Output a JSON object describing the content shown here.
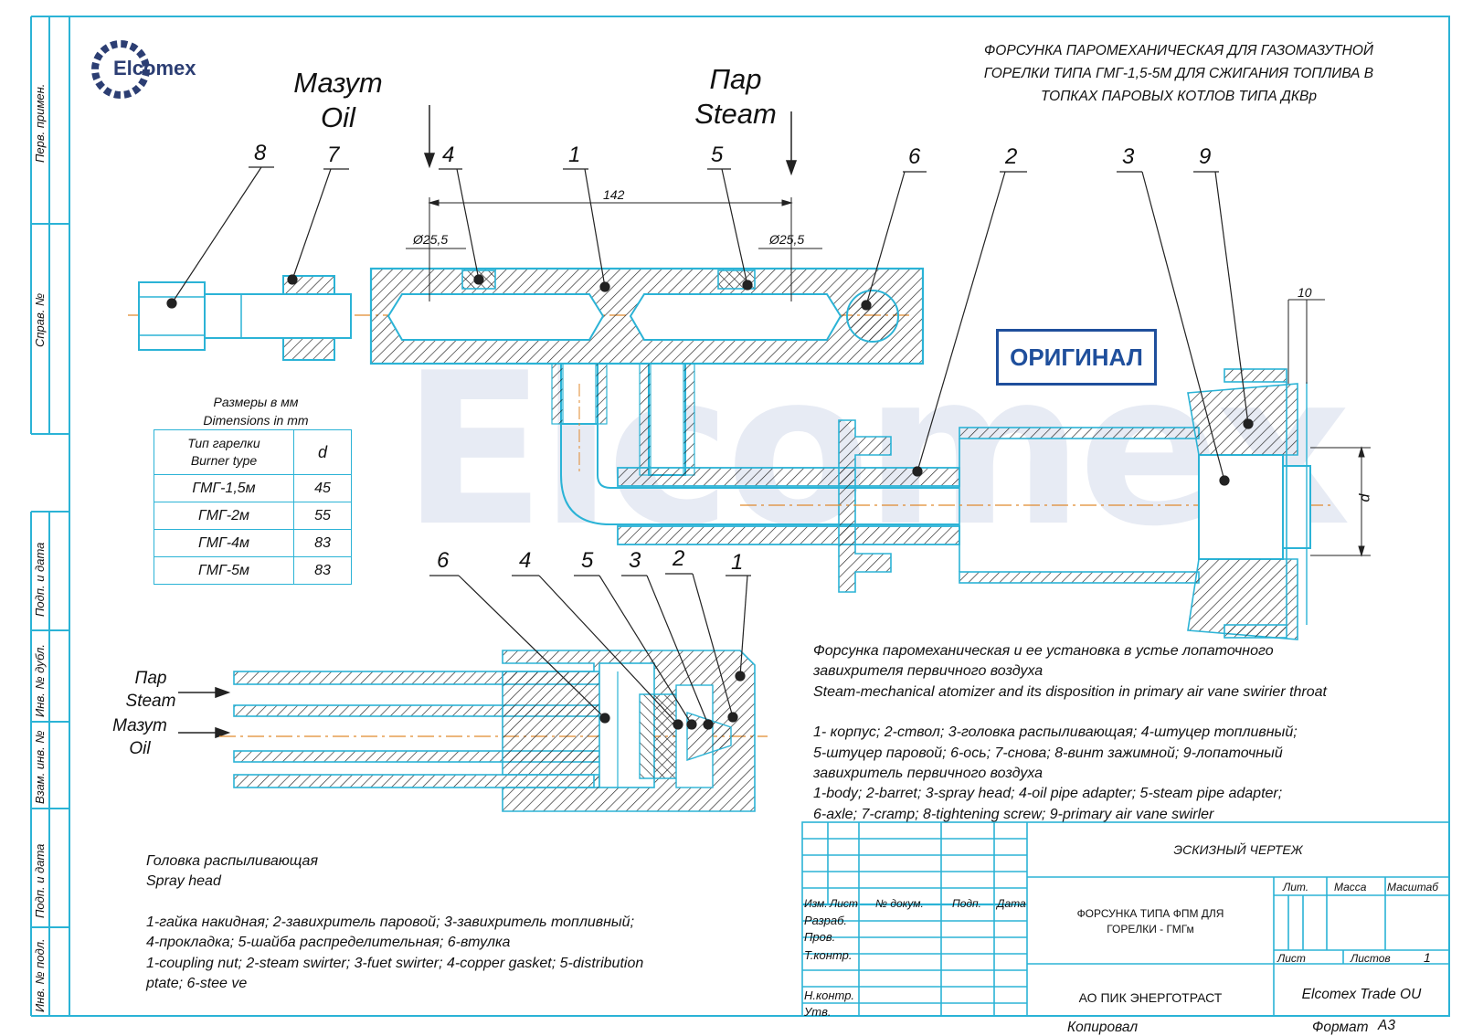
{
  "logo": {
    "text": "Elcomex"
  },
  "watermark": {
    "text": "Elcomex"
  },
  "title": {
    "lines": [
      "ФОРСУНКА ПАРОМЕХАНИЧЕСКАЯ ДЛЯ ГАЗОМАЗУТНОЙ",
      "ГОРЕЛКИ ТИПА ГМГ-1,5-5М ДЛЯ СЖИГАНИЯ ТОПЛИВА В",
      "ТОПКАХ ПАРОВЫХ КОТЛОВ ТИПА ДКВр"
    ]
  },
  "side_frame": {
    "labels": [
      "Перв. примен.",
      "Справ. №",
      "Подп. и дата",
      "Инв. № дубл.",
      "Взам. инв. №",
      "Подп. и дата",
      "Инв. № подл."
    ]
  },
  "flow_labels": {
    "oil_top": [
      "Мазут",
      "Oil"
    ],
    "steam_top": [
      "Пар",
      "Steam"
    ],
    "steam_left": [
      "Пар",
      "Steam"
    ],
    "oil_left": [
      "Мазут",
      "Oil"
    ]
  },
  "main_callouts": [
    "8",
    "7",
    "4",
    "1",
    "5",
    "6",
    "2",
    "3",
    "9"
  ],
  "dimensions": {
    "length": "142",
    "dia_left": "Ø25,5",
    "dia_right": "Ø25,5",
    "gap": "10",
    "d": "d"
  },
  "stamp": "ОРИГИНАЛ",
  "dim_table": {
    "caption": [
      "Размеры в мм",
      "Dimensions in mm"
    ],
    "header": [
      "Тип гарелки",
      "Burner type",
      "d"
    ],
    "rows": [
      {
        "type": "ГМГ-1,5м",
        "d": "45"
      },
      {
        "type": "ГМГ-2м",
        "d": "55"
      },
      {
        "type": "ГМГ-4м",
        "d": "83"
      },
      {
        "type": "ГМГ-5м",
        "d": "83"
      }
    ]
  },
  "head_callouts": [
    "6",
    "4",
    "5",
    "3",
    "2",
    "1"
  ],
  "description": {
    "lines": [
      "Форсунка паромеханическая и ее установка в устье лопаточного",
      "завихрителя первичного воздуха",
      "Steam-mechanical atomizer and its disposition in primary air vane swirier throat",
      "",
      "1- корпус; 2-ствол; 3-головка распыливающая; 4-штуцер топливный;",
      "5-штуцер паровой; 6-ось; 7-снова; 8-винт зажимной; 9-лопаточный",
      "завихритель первичного воздуха",
      "1-body; 2-barret; 3-spray head; 4-oil pipe adapter; 5-steam pipe adapter;",
      "6-axle; 7-cramp; 8-tightening screw; 9-primary air vane swirler"
    ]
  },
  "spray_head": {
    "lines": [
      "Головка распыливающая",
      "Spray head",
      "",
      "1-гайка накидная; 2-завихритель паровой; 3-завихритель топливный;",
      "4-прокладка; 5-шайба распределительная; 6-втулка",
      "1-coupling nut; 2-steam swirter; 3-fuet swirter; 4-copper gasket; 5-distribution",
      "ptate; 6-stee ve"
    ]
  },
  "title_block": {
    "sketch": "ЭСКИЗНЫЙ ЧЕРТЕЖ",
    "col_headers": [
      "Изм.",
      "Лист",
      "№ докум.",
      "Подп.",
      "Дата"
    ],
    "rows": [
      "Разраб.",
      "Пров.",
      "Т.контр.",
      "Н.контр.",
      "Утв."
    ],
    "drawing_name": [
      "ФОРСУНКА ТИПА ФПМ ДЛЯ",
      "ГОРЕЛКИ  - ГМГм"
    ],
    "lit": "Лит.",
    "mass": "Масса",
    "scale": "Масштаб",
    "sheet": "Лист",
    "sheets": "Листов",
    "sheets_value": "1",
    "org": "АО ПИК ЭНЕРГОТРАСТ",
    "company": "Elcomex Trade OU",
    "copied": "Копировал",
    "format": "Формат",
    "format_value": "А3"
  },
  "colors": {
    "outline": "#2bb3d6",
    "axis": "#e08a2e",
    "hatch": "#222222",
    "stamp": "#1f4f9c",
    "watermark": "#e7ebf4"
  }
}
